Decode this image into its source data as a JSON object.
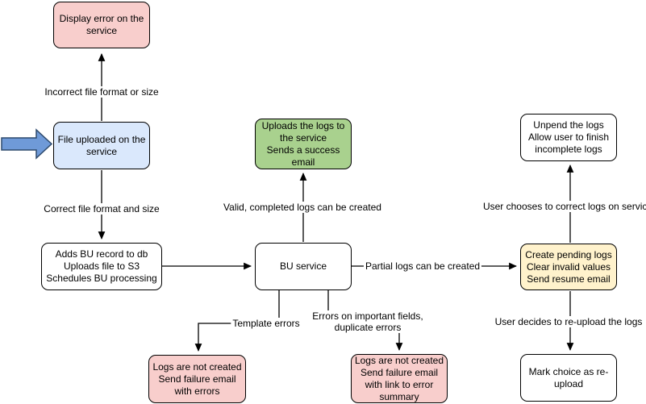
{
  "diagram": {
    "colors": {
      "error_box": "#f8cecc",
      "input_box": "#dae8fc",
      "success_box": "#a9d18e",
      "pending_box": "#fff2cc",
      "process_box": "#ffffff",
      "input_arrow": "#6f9ad8"
    },
    "nodes": {
      "display_error": {
        "text": "Display error on the service"
      },
      "file_uploaded": {
        "text": "File uploaded on the service"
      },
      "schedule_processing": {
        "text": "Adds BU record to db\nUploads file to S3\nSchedules BU processing"
      },
      "bu_service": {
        "text": "BU service"
      },
      "upload_success": {
        "text": "Uploads the logs to the service\nSends a success email"
      },
      "create_pending": {
        "text": "Create pending logs\nClear invalid values\nSend resume email"
      },
      "unpend_logs": {
        "text": "Unpend the logs\nAllow user to finish incomplete logs"
      },
      "mark_reupload": {
        "text": "Mark choice as re-upload"
      },
      "failure_template": {
        "text": "Logs are not created\nSend failure email with errors"
      },
      "failure_fields": {
        "text": "Logs are not created\nSend failure email with link to error summary"
      }
    },
    "edge_labels": {
      "incorrect_file": "Incorrect file format or size",
      "correct_file": "Correct file format and size",
      "valid_logs": "Valid, completed logs can be created",
      "partial_logs": "Partial logs can be created",
      "template_errors": "Template errors",
      "important_errors": "Errors on important fields, duplicate errors",
      "choose_correct": "User chooses to correct logs on service",
      "reupload": "User decides to re-upload the logs"
    }
  }
}
